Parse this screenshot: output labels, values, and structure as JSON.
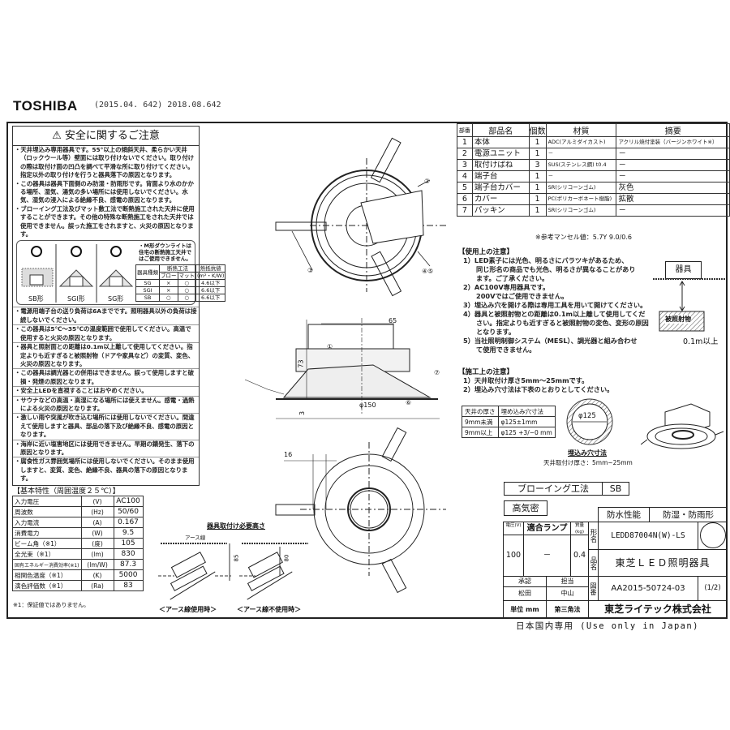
{
  "header": {
    "brand": "TOSHIBA",
    "revision": "(2015.04. 642) 2018.08.642"
  },
  "safety": {
    "title": "安全に関するご注意",
    "warning_icon": "warning-triangle-icon",
    "items_top": [
      "・天井埋込み専用器具です。55°以上の傾斜天井、柔らかい天井（ロックウール等）壁面には取り付けないでください。取り付けの際は取付け面の凹凸を調べて平滑な所に取り付けてください。指定以外の取り付けを行うと器具落下の原因となります。",
      "・この器具は器具下面側のみ防湿・防雨形です。背面より水のかかる場所、湿気、湯気の多い場所には使用しないでください。水気、湿気の浸入による絶縁不良、感電の原因となります。",
      "・ブローイング工法及びマット敷工法で断熱施工された天井に使用することができます。その他の特殊な断熱施工をされた天井では使用できません。誤った施工をされますと、火災の原因となります。"
    ],
    "types": [
      {
        "mark": "○",
        "label": "SB形"
      },
      {
        "mark": "○",
        "label": "SGI形"
      },
      {
        "mark": "○",
        "label": "SG形"
      }
    ],
    "m_note": "・M形ダウンライトは住宅の断熱施工天井ではご使用できません。",
    "insulation_table": {
      "headers": [
        "器具種類",
        "断熱工法",
        "熱抵抗値"
      ],
      "subheaders": [
        "ブロー",
        "マット",
        "(m²・K/W)"
      ],
      "rows": [
        [
          "SG",
          "×",
          "○",
          "4.6以下"
        ],
        [
          "SGI",
          "×",
          "○",
          "6.6以下"
        ],
        [
          "SB",
          "○",
          "○",
          "6.6以下"
        ]
      ]
    },
    "items_bottom": [
      "・電源用端子台の送り負荷は6Aまでです。照明器具以外の負荷は接続しないでください。",
      "・この器具は5℃～35℃の温度範囲で使用してください。高温で使用すると火災の原因となります。",
      "・器具と照射面との距離は0.1m以上離して使用してください。指定よりも近すぎると被照射物（ドアや家具など）の変質、変色、火災の原因となります。",
      "・この器具は調光器との併用はできません。誤って使用しますと破損・発煙の原因となります。",
      "・安全上LEDを直視することはおやめください。",
      "・サウナなどの高温・高湿になる場所には使えません。感電・過熱による火災の原因となります。",
      "・激しい雨や突風が吹き込む場所には使用しないでください。間違えて使用しますと器具、部品の落下及び絶縁不良、感電の原因となります。",
      "・海岸に近い塩害地区には使用できません。早期の錆発生、落下の原因となります。",
      "・腐食性ガス雰囲気場所には使用しないでください。そのまま使用しますと、変質、変色、絶縁不良、器具の落下の原因となります。"
    ]
  },
  "specs": {
    "title": "【基本特性（周囲温度２５℃）】",
    "rows": [
      [
        "入力電圧",
        "(V)",
        "AC100"
      ],
      [
        "周波数",
        "(Hz)",
        "50/60"
      ],
      [
        "入力電流",
        "(A)",
        "0.167"
      ],
      [
        "消費電力",
        "(W)",
        "9.5"
      ],
      [
        "ビーム角（※1）",
        "(度)",
        "105"
      ],
      [
        "全光束（※1）",
        "(lm)",
        "830"
      ],
      [
        "固有エネルギー消費効率(※1)",
        "(lm/W)",
        "87.3"
      ],
      [
        "相関色温度（※1）",
        "(K)",
        "5000"
      ],
      [
        "演色評価数（※1）",
        "(Ra)",
        "83"
      ]
    ],
    "footnote": "※1：保証値ではありません。"
  },
  "install": {
    "title": "器具取付け必要高さ",
    "earth_label": "アース線",
    "dim_with_earth": "85",
    "dim_without_earth": "80",
    "caption_with": "＜アース線使用時＞",
    "caption_without": "＜アース線不使用時＞"
  },
  "drawing": {
    "callouts": [
      "①",
      "②",
      "③",
      "④⑤",
      "⑥",
      "⑦"
    ],
    "dims": {
      "depth": "65",
      "height": "73",
      "flange": "3",
      "diameter": "φ150",
      "offset": "16"
    }
  },
  "parts": {
    "headers": [
      "部番",
      "部品名",
      "個数",
      "材質",
      "摘要"
    ],
    "rows": [
      [
        "1",
        "本体",
        "1",
        "ADC(アルミダイカスト)",
        "アクリル焼付塗装（バージンホワイト※）"
      ],
      [
        "2",
        "電源ユニット",
        "1",
        "－",
        "－"
      ],
      [
        "3",
        "取付けばね",
        "3",
        "SUS(ステンレス鋼) t0.4",
        "－"
      ],
      [
        "4",
        "端子台",
        "1",
        "－",
        "－"
      ],
      [
        "5",
        "端子台カバー",
        "1",
        "SR(シリコーンゴム)",
        "灰色"
      ],
      [
        "6",
        "カバー",
        "1",
        "PC(ポリカーボネート樹脂)",
        "拡散"
      ],
      [
        "7",
        "パッキン",
        "1",
        "SR(シリコーンゴム)",
        "－"
      ]
    ],
    "munsell_note": "※参考マンセル値：5.7Y 9.0/0.6"
  },
  "usage": {
    "title": "【使用上の注意】",
    "items": [
      [
        "1）LED素子には光色、明るさにバラツキがあるため、",
        "同じ形名の商品でも光色、明るさが異なることがあり",
        "ます。ご了承ください。"
      ],
      [
        "2）AC100V専用器具です。",
        "200Vではご使用できません。"
      ],
      [
        "3）埋込み穴を開ける際は専用工具を用いて開けてください。"
      ],
      [
        "4）器具と被照射物との距離は0.1m以上離して使用してくだ",
        "さい。指定よりも近すぎると被照射物の変色、変形の原因",
        "となります。"
      ],
      [
        "5）当社照明制御システム（MESL）、調光器と組み合わせ",
        "て使用できません。"
      ]
    ],
    "diagram": {
      "fixture": "器具",
      "object": "被照射物",
      "distance": "0.1m以上"
    }
  },
  "construction": {
    "title": "【施工上の注意】",
    "items": [
      "1）天井取付け厚さ5mm～25mmです。",
      "2）埋込み穴寸法は下表のとおりとしてください。"
    ],
    "table": {
      "headers": [
        "天井の厚さ",
        "埋め込み穴寸法"
      ],
      "rows": [
        [
          "9mm未満",
          "φ125±1mm"
        ],
        [
          "9mm以上",
          "φ125 +3/−0 mm"
        ]
      ]
    },
    "hole_label": "φ125",
    "hole_caption": "埋込み穴寸法",
    "hole_sub": "天井取付け厚さ：5mm~25mm"
  },
  "titleblock": {
    "method_label": "ブローイング工法",
    "method_value": "SB",
    "airtight": "高気密",
    "waterproof_label": "防水性能",
    "waterproof_value": "防湿・防雨形",
    "voltage_head": "電圧(V)",
    "lamp_head": "適合ランプ",
    "mass_head": "質量(kg)",
    "voltage": "100",
    "lamp": "－",
    "mass": "0.4",
    "model_label": "形名",
    "model": "LEDD87004N(W)-LS",
    "product_label": "品名",
    "product": "東芝ＬＥＤ照明器具",
    "approve_label": "承認",
    "charge_label": "担当",
    "approver": "松田",
    "charge": "中山",
    "drawing_no_label": "図番",
    "drawing_no": "AA2015-50724-03",
    "page": "(1/2)",
    "unit": "単位 mm",
    "projection": "第三角法",
    "company": "東芝ライテック株式会社"
  },
  "footer": "日本国内専用 (Use only in Japan)"
}
